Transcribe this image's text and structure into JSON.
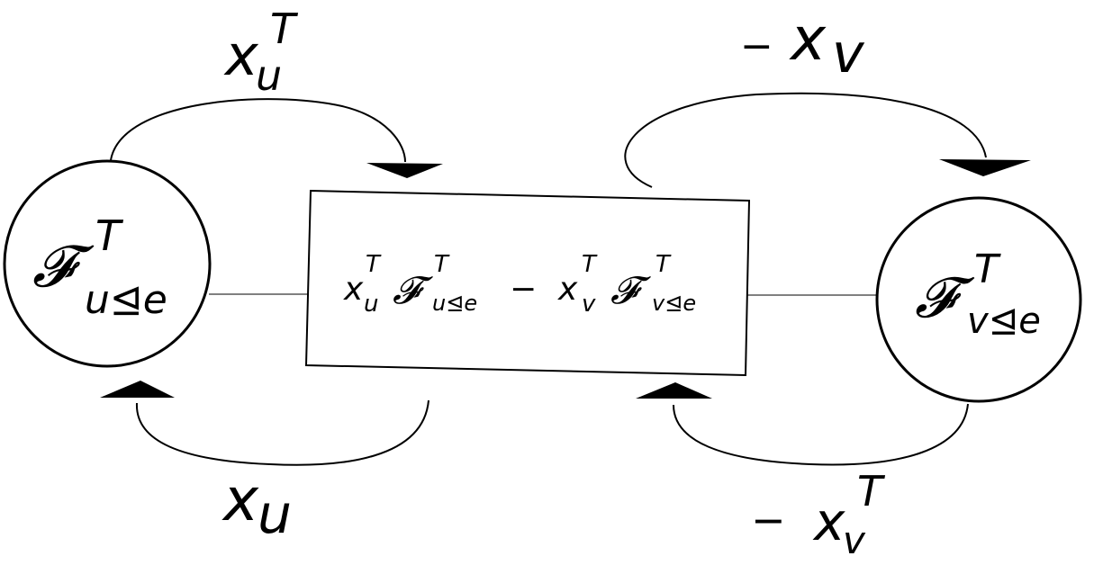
{
  "diagram": {
    "left_node": {
      "symbol": "𝓕",
      "sup": "T",
      "sub": "u⊴e"
    },
    "right_node": {
      "symbol": "𝓕",
      "sup": "T",
      "sub": "v⊴e"
    },
    "center_box": {
      "term1_var": "x",
      "term1_var_sub": "u",
      "term1_var_sup": "T",
      "term1_sym": "𝓕",
      "term1_sym_sub": "u⊴e",
      "term1_sym_sup": "T",
      "minus": "−",
      "term2_var": "x",
      "term2_var_sub": "v",
      "term2_var_sup": "T",
      "term2_sym": "𝓕",
      "term2_sym_sub": "v⊴e",
      "term2_sym_sup": "T"
    },
    "arrow_labels": {
      "top_left": {
        "base": "x",
        "sub": "u",
        "sup": "T"
      },
      "top_right": {
        "sign": "−",
        "base": "x",
        "sub": "v"
      },
      "bottom_left": {
        "base": "x",
        "sub": "u"
      },
      "bottom_right": {
        "sign": "−",
        "base": "x",
        "sub": "v",
        "sup": "T"
      }
    }
  }
}
